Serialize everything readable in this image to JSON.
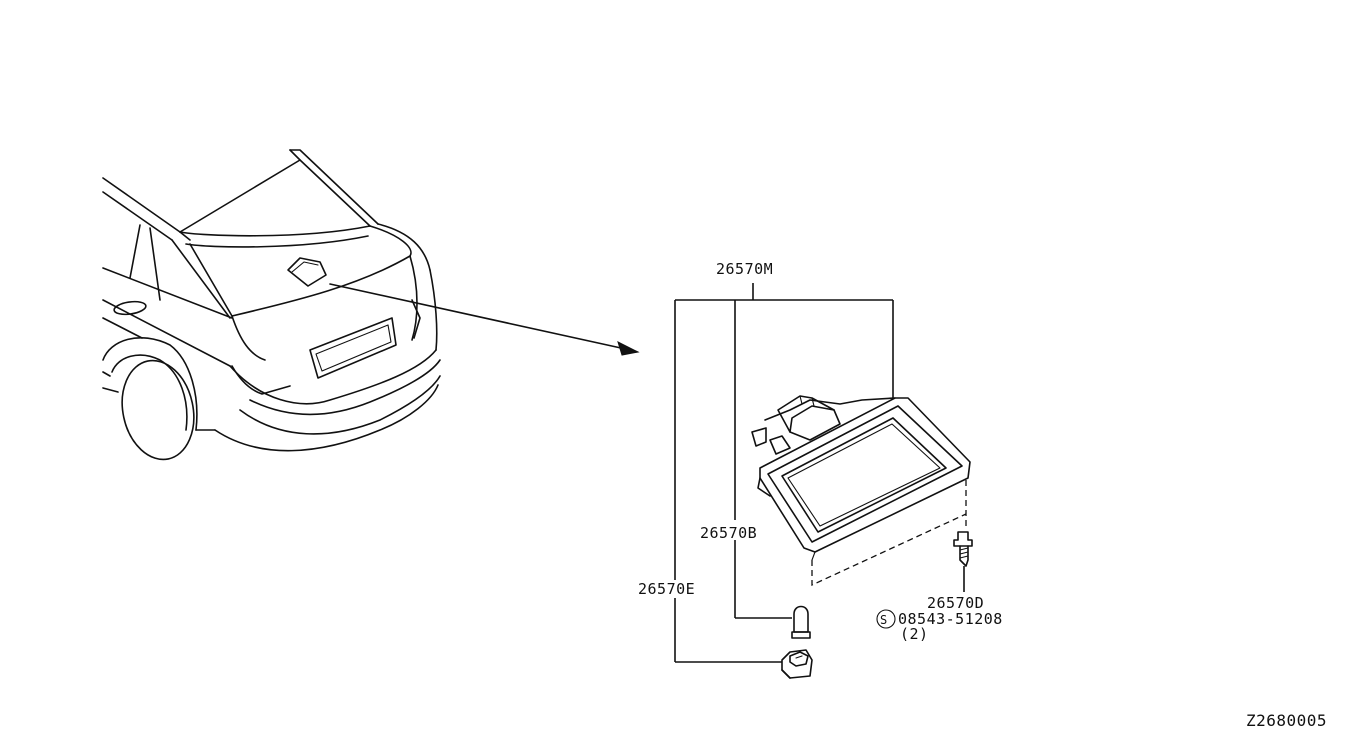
{
  "diagram_id": "Z2680005",
  "parts": {
    "assembly": "26570M",
    "bulb": "26570B",
    "socket": "26570E",
    "screw_part": "26570D",
    "screw_spec": "08543-51208",
    "screw_qty": "(2)",
    "standard_mark": "S"
  }
}
